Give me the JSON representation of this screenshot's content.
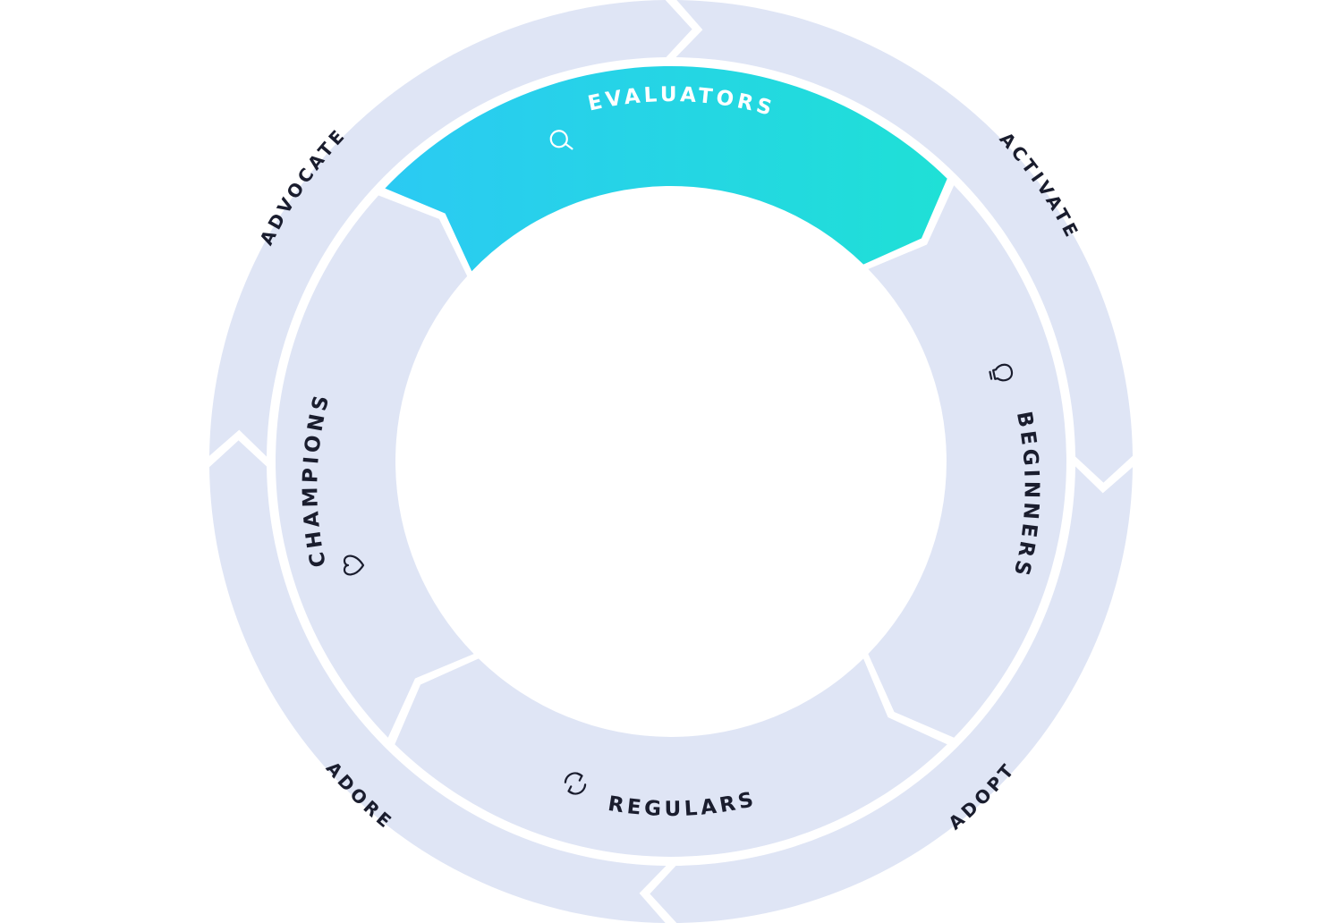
{
  "colors": {
    "background": "#ffffff",
    "ring_fill": "#dfe5f5",
    "active_start": "#2bcaf3",
    "active_end": "#1fe0d6",
    "label_dark": "#1a1d2e",
    "label_light": "#ffffff"
  },
  "inner_segments": [
    {
      "label": "EVALUATORS",
      "icon": "search-icon",
      "active": true
    },
    {
      "label": "BEGINNERS",
      "icon": "lightbulb-icon",
      "active": false
    },
    {
      "label": "REGULARS",
      "icon": "refresh-icon",
      "active": false
    },
    {
      "label": "CHAMPIONS",
      "icon": "heart-bubble-icon",
      "active": false
    }
  ],
  "outer_stages": [
    {
      "label": "ACTIVATE"
    },
    {
      "label": "ADOPT"
    },
    {
      "label": "ADORE"
    },
    {
      "label": "ADVOCATE"
    }
  ]
}
